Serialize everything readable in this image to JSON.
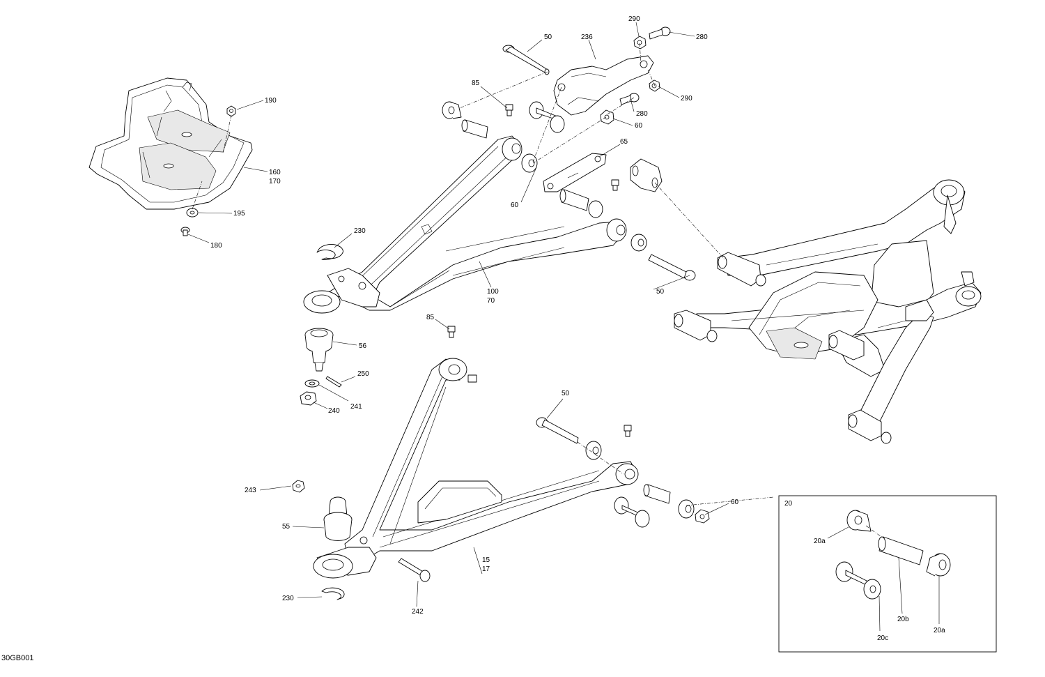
{
  "diagram_code": "30GB001",
  "inset_label": "20",
  "callouts": {
    "c50a": "50",
    "c236": "236",
    "c290a": "290",
    "c280a": "280",
    "c85a": "85",
    "c290b": "290",
    "c280b": "280",
    "c60a": "60",
    "c65": "65",
    "c60b": "60",
    "c190": "190",
    "c160": "160",
    "c170": "170",
    "c195": "195",
    "c180": "180",
    "c230a": "230",
    "c100": "100",
    "c70": "70",
    "c50b": "50",
    "c56": "56",
    "c85b": "85",
    "c250": "250",
    "c241": "241",
    "c240": "240",
    "c50c": "50",
    "c243": "243",
    "c55": "55",
    "c60c": "60",
    "c15": "15",
    "c17": "17",
    "c230b": "230",
    "c242": "242",
    "c20a1": "20a",
    "c20a2": "20a",
    "c20b": "20b",
    "c20c": "20c"
  }
}
